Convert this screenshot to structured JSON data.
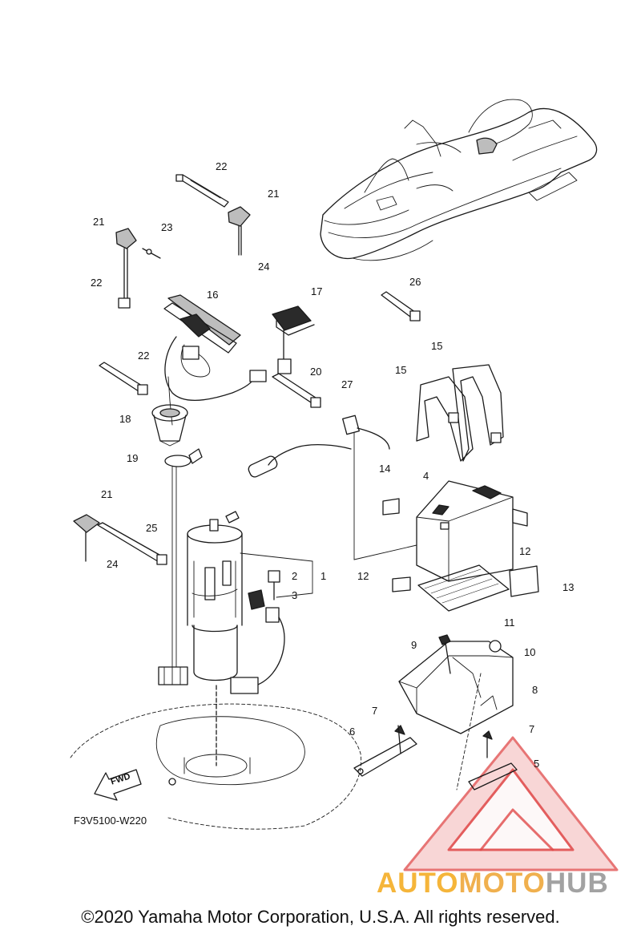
{
  "diagram_code": "F3V5100-W220",
  "fwd_label": "FWD",
  "copyright": "©2020 Yamaha Motor Corporation, U.S.A. All rights reserved.",
  "watermark": {
    "part1": "AUTO",
    "part2": "MOTO",
    "part3": "HUB"
  },
  "colors": {
    "watermark_red": "#e04848",
    "watermark_orange": "#f5b53a",
    "watermark_grey": "#a2a2a2",
    "line": "#1a1a1a"
  },
  "callouts": {
    "n1": "1",
    "n2": "2",
    "n3": "3",
    "n4": "4",
    "n5": "5",
    "n6": "6",
    "n7a": "7",
    "n7b": "7",
    "n8": "8",
    "n9": "9",
    "n10": "10",
    "n11": "11",
    "n12a": "12",
    "n12b": "12",
    "n13": "13",
    "n14": "14",
    "n15a": "15",
    "n15b": "15",
    "n16": "16",
    "n17": "17",
    "n18": "18",
    "n19": "19",
    "n20": "20",
    "n21a": "21",
    "n21b": "21",
    "n21c": "21",
    "n22a": "22",
    "n22b": "22",
    "n22c": "22",
    "n23": "23",
    "n24a": "24",
    "n24b": "24",
    "n25": "25",
    "n26": "26",
    "n27": "27"
  }
}
